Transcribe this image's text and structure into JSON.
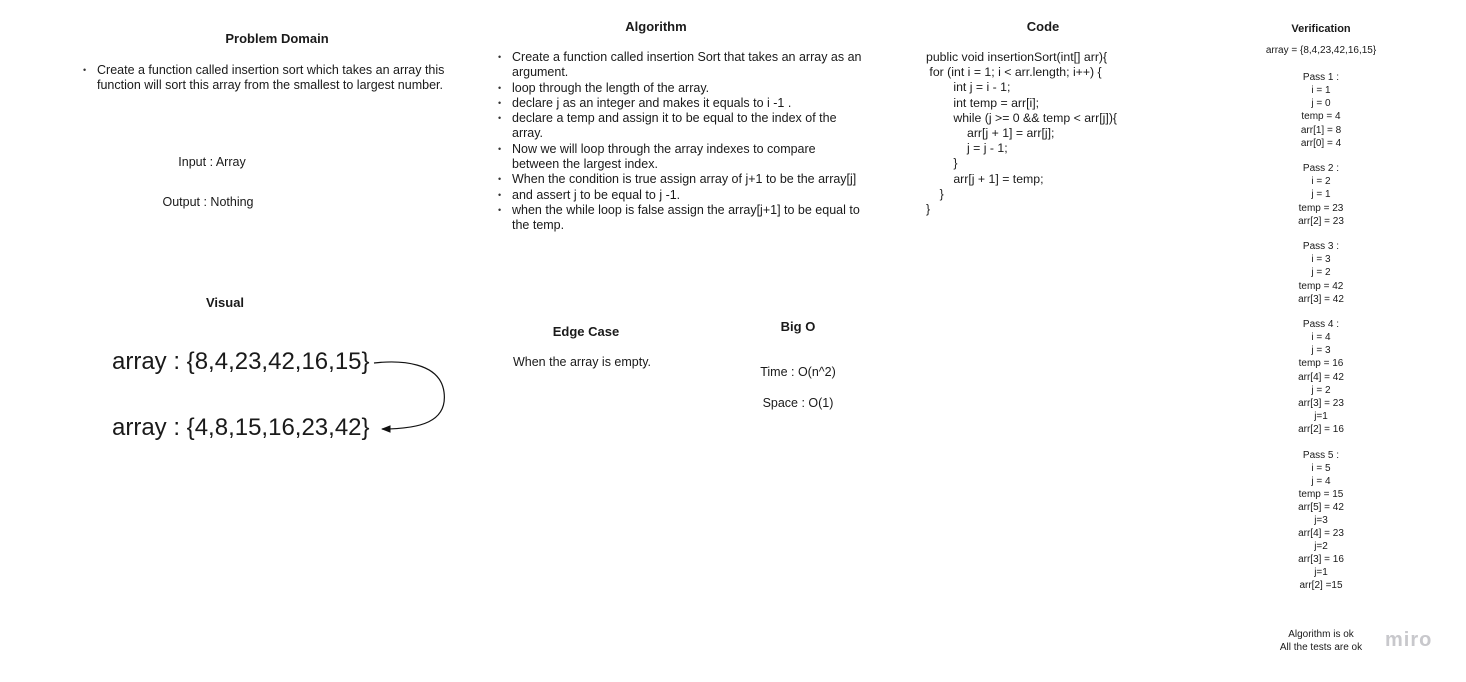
{
  "problem_domain": {
    "title": "Problem Domain",
    "bullets": [
      "Create a function called insertion sort which takes an array this function will sort this array from the smallest to largest number."
    ],
    "input": "Input : Array",
    "output": "Output : Nothing"
  },
  "algorithm": {
    "title": "Algorithm",
    "bullets": [
      "Create a function called insertion Sort that takes an array as an argument.",
      "loop through the length of the array.",
      "declare j as an integer and makes it equals to i -1 .",
      "declare a temp and assign it to be equal to the index of the array.",
      "Now we will loop through the array indexes to compare between the largest index.",
      "When the condition is true assign array of j+1 to be the array[j]",
      "and assert j to be equal to j -1.",
      "when the while loop is false assign the array[j+1] to be equal to the temp."
    ]
  },
  "code": {
    "title": "Code",
    "lines": [
      "public void insertionSort(int[] arr){",
      "",
      " for (int i = 1; i < arr.length; i++) {",
      "",
      "        int j = i - 1;",
      "        int temp = arr[i];",
      "",
      "        while (j >= 0 && temp < arr[j]){",
      "            arr[j + 1] = arr[j];",
      "            j = j - 1;",
      "        }",
      "        arr[j + 1] = temp;",
      "    }",
      "}"
    ]
  },
  "verification": {
    "title": "Verification",
    "array": "array = {8,4,23,42,16,15}",
    "passes": [
      [
        "Pass 1 :",
        "i = 1",
        "j = 0",
        "temp = 4",
        "arr[1] = 8",
        "arr[0] = 4"
      ],
      [
        "Pass 2 :",
        "i = 2",
        "j = 1",
        "temp = 23",
        "arr[2] = 23"
      ],
      [
        "Pass 3 :",
        "i = 3",
        "j = 2",
        "temp = 42",
        "arr[3] = 42"
      ],
      [
        "Pass 4 :",
        "i = 4",
        "j = 3",
        "temp = 16",
        "arr[4] = 42",
        "j = 2",
        "arr[3] = 23",
        "j=1",
        "arr[2] = 16"
      ],
      [
        "Pass 5 :",
        "i = 5",
        "j = 4",
        "temp = 15",
        "arr[5] = 42",
        "j=3",
        "arr[4] = 23",
        "j=2",
        "arr[3] = 16",
        "j=1",
        "arr[2] =15"
      ]
    ],
    "result_1": "Algorithm is ok",
    "result_2": "All the tests are ok"
  },
  "visual": {
    "title": "Visual",
    "before": "array : {8,4,23,42,16,15}",
    "after": "array : {4,8,15,16,23,42}"
  },
  "edge_case": {
    "title": "Edge Case",
    "text": "When the array is empty."
  },
  "big_o": {
    "title": "Big O",
    "time": "Time : O(n^2)",
    "space": "Space : O(1)"
  },
  "watermark": "miro"
}
